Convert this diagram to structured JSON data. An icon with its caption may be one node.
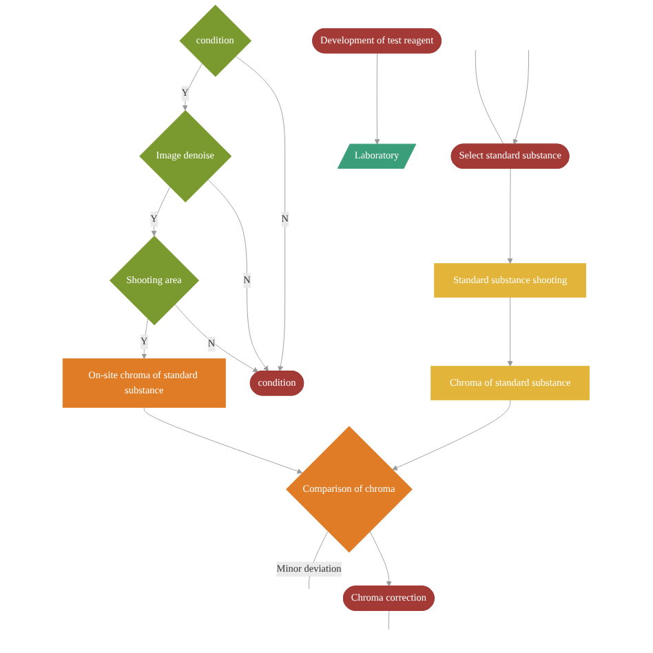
{
  "diagram": {
    "nodes": [
      {
        "text": [
          "condition"
        ]
      },
      {
        "text": [
          "condition"
        ]
      },
      {
        "text": [
          "Select standard substance"
        ]
      },
      {
        "text": [
          "Image denoise"
        ]
      },
      {
        "text": [
          "Standard substance shooting"
        ]
      },
      {
        "text": [
          "Shooting area"
        ]
      },
      {
        "text": [
          "Chroma of standard substance"
        ]
      },
      {
        "text": [
          "On-site chroma of standard substance"
        ]
      },
      {
        "text": [
          "Comparison of chroma"
        ]
      },
      {
        "text": [
          "Development of test reagent"
        ]
      },
      {
        "text": [
          "Chroma correction"
        ]
      },
      {
        "text": [
          "Laboratory"
        ]
      }
    ],
    "edges": [
      {
        "from": null,
        "to": 2,
        "arrow": "to"
      },
      {
        "from": 2,
        "to": null,
        "arrow": "none"
      },
      {
        "from": 0,
        "to": 1,
        "label": "N",
        "arrow": "to"
      },
      {
        "from": 0,
        "to": 3,
        "label": "Y",
        "arrow": "to"
      },
      {
        "from": 3,
        "to": 1,
        "label": "N",
        "arrow": "to"
      },
      {
        "from": 3,
        "to": 5,
        "label": "Y",
        "arrow": "to"
      },
      {
        "from": 5,
        "to": 1,
        "label": "N",
        "arrow": "to"
      },
      {
        "from": 5,
        "to": 7,
        "label": "Y",
        "arrow": "to"
      },
      {
        "from": 2,
        "to": 4,
        "arrow": "to"
      },
      {
        "from": 4,
        "to": 6,
        "arrow": "to"
      },
      {
        "from": 6,
        "to": 8,
        "arrow": "to"
      },
      {
        "from": 7,
        "to": 8,
        "arrow": "to"
      },
      {
        "from": 8,
        "to": 10,
        "arrow": "to"
      },
      {
        "from": 8,
        "to": null,
        "label": "Minor deviation",
        "arrow": "none"
      },
      {
        "from": 9,
        "to": 11,
        "arrow": "to"
      },
      {
        "from": 10,
        "to": null,
        "arrow": "none"
      }
    ]
  }
}
